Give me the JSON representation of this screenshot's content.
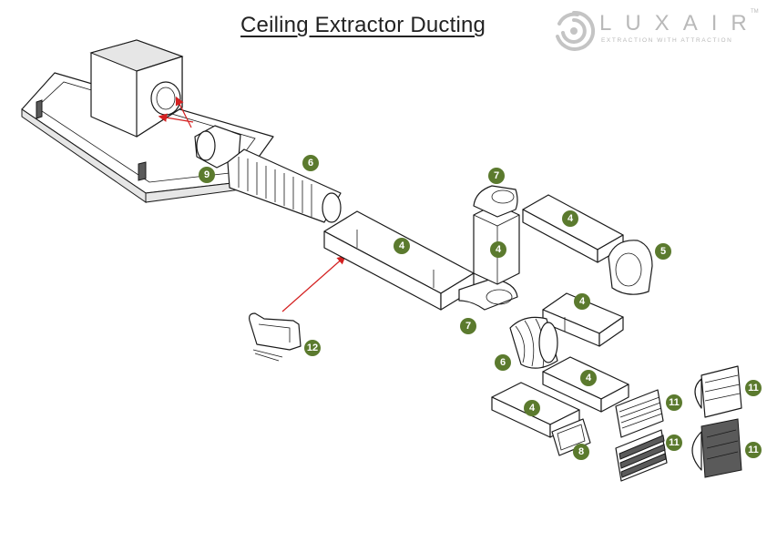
{
  "title": "Ceiling Extractor Ducting",
  "brand": {
    "name": "LUXAIR",
    "tagline": "EXTRACTION WITH ATTRACTION",
    "trademark": "TM",
    "color": "#b9b9b9"
  },
  "badge_color": "#5b7a2e",
  "arrow_color": "#d42020",
  "callouts": {
    "b9": "9",
    "b6a": "6",
    "b4a": "4",
    "b7a": "7",
    "b4b": "4",
    "b4c": "4",
    "b5": "5",
    "b7b": "7",
    "b4d": "4",
    "b6b": "6",
    "b4e": "4",
    "b4f": "4",
    "b8": "8",
    "b11a": "11",
    "b11b": "11",
    "b11c": "11",
    "b11d": "11",
    "b12": "12"
  }
}
